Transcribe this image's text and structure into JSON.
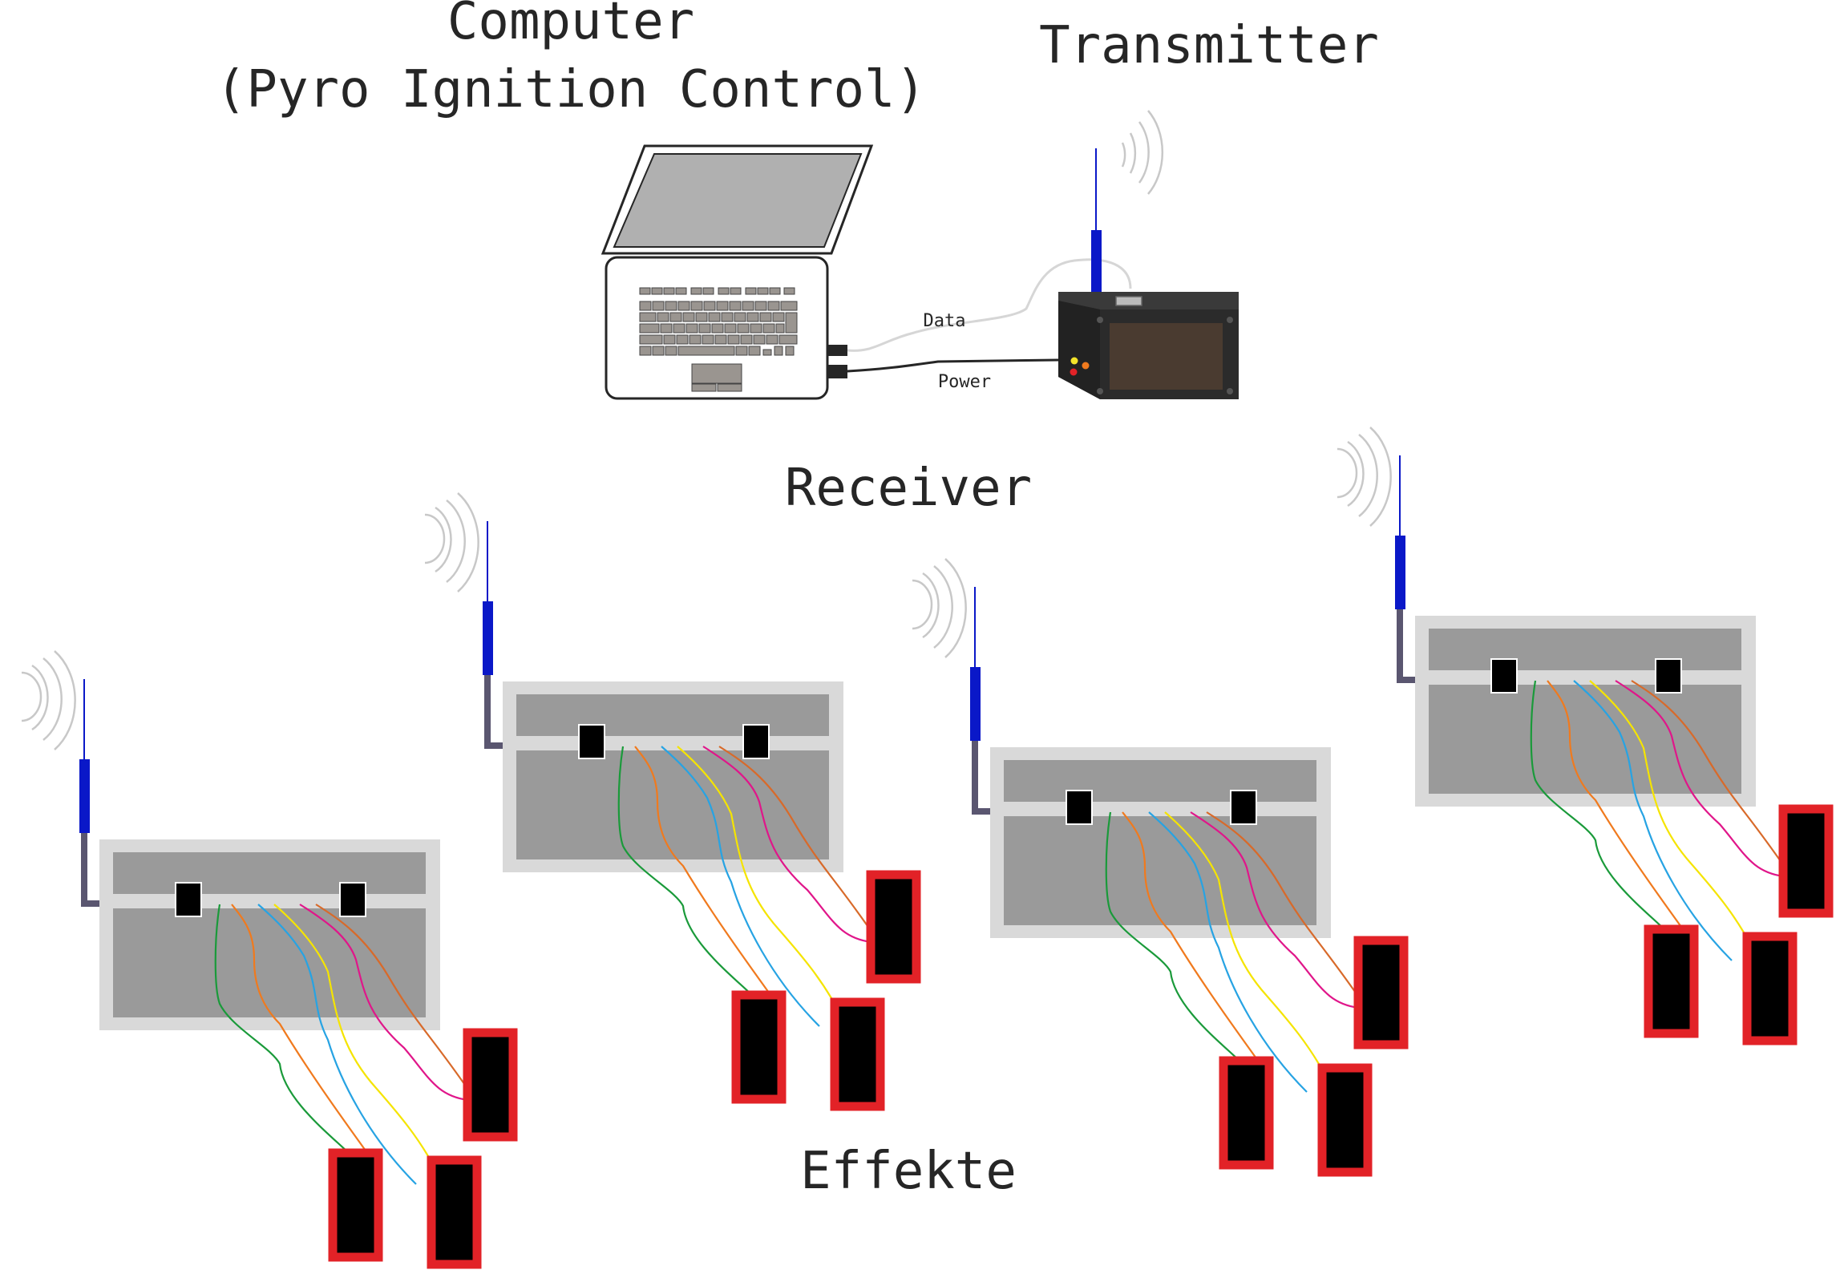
{
  "labels": {
    "computer_line1": "Computer",
    "computer_line2": "(Pyro Ignition Control)",
    "transmitter": "Transmitter",
    "receiver": "Receiver",
    "effects": "Effekte",
    "data_cable": "Data",
    "power_cable": "Power"
  },
  "colors": {
    "wire_green": "#1a9a3a",
    "wire_orange": "#f07a1e",
    "wire_blue": "#27a3e3",
    "wire_yellow": "#f5e400",
    "wire_magenta": "#e0168a",
    "wire_brown": "#d86a2a",
    "effect_frame": "#e22227",
    "antenna": "#0a18c8",
    "receiver_box": "#d9d9d9",
    "receiver_panel": "#9a9a9a"
  }
}
